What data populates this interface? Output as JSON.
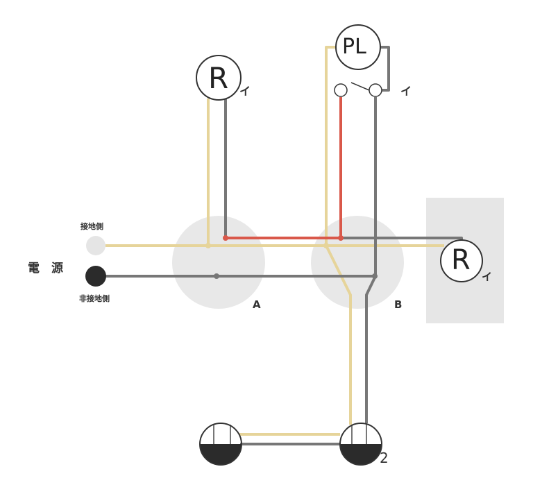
{
  "power": {
    "label": "電　源",
    "grounded_label": "接地側",
    "ungrounded_label": "非接地側"
  },
  "boxes": {
    "a": "A",
    "b": "B"
  },
  "lamps": {
    "top_symbol": "R",
    "top_tag": "イ",
    "right_symbol": "R",
    "right_tag": "イ"
  },
  "pilot": {
    "symbol": "PL",
    "switch_tag": "イ"
  },
  "outlet": {
    "count_label": "2"
  },
  "colors": {
    "white_wire": "#e6d49a",
    "black_wire": "#777777",
    "red_wire": "#d9584a",
    "box": "#e6e6e6"
  }
}
